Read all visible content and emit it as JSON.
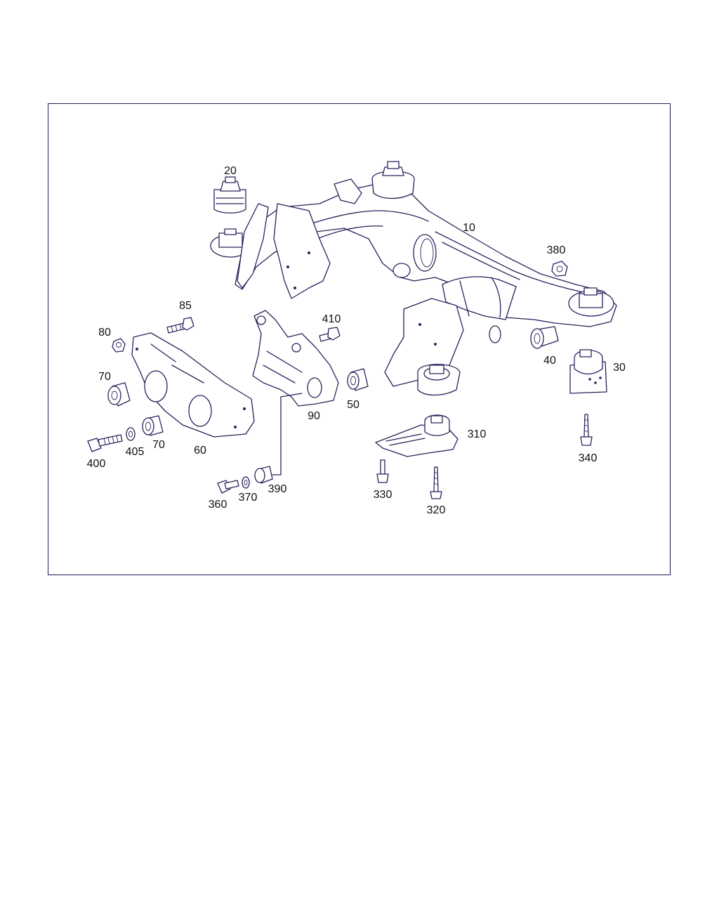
{
  "diagram": {
    "frame_color": "#1c1c5a",
    "line_color": "#26245c",
    "parts": [
      {
        "id": "rear-axle-carrier",
        "label": "10"
      },
      {
        "id": "bushing-top-left",
        "label": "20"
      },
      {
        "id": "mount-right",
        "label": "30"
      },
      {
        "id": "bushing-right",
        "label": "40"
      },
      {
        "id": "bushing-90",
        "label": "50"
      },
      {
        "id": "differential-bracket",
        "label": "60"
      },
      {
        "id": "bushing-70a",
        "label": "70"
      },
      {
        "id": "bushing-70b",
        "label": "70"
      },
      {
        "id": "nut-80",
        "label": "80"
      },
      {
        "id": "bolt-85",
        "label": "85"
      },
      {
        "id": "bracket-90",
        "label": "90"
      },
      {
        "id": "mount-310",
        "label": "310"
      },
      {
        "id": "bolt-320",
        "label": "320"
      },
      {
        "id": "bolt-330",
        "label": "330"
      },
      {
        "id": "bolt-340",
        "label": "340"
      },
      {
        "id": "bolt-360",
        "label": "360"
      },
      {
        "id": "washer-370",
        "label": "370"
      },
      {
        "id": "nut-380",
        "label": "380"
      },
      {
        "id": "bushing-390",
        "label": "390"
      },
      {
        "id": "bolt-400",
        "label": "400"
      },
      {
        "id": "washer-405",
        "label": "405"
      },
      {
        "id": "bolt-410",
        "label": "410"
      }
    ]
  }
}
